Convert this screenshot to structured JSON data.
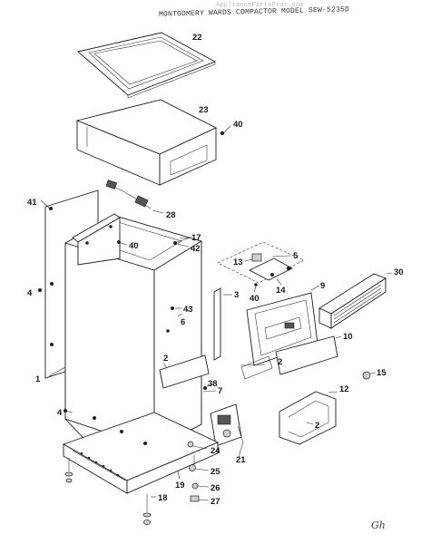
{
  "header": {
    "watermark": "AppliancePartsPros.com",
    "title": "MONTGOMERY WARDS COMPACTOR MODEL SEW-5235D"
  },
  "callouts": {
    "c22": "22",
    "c23": "23",
    "c40a": "40",
    "c28": "28",
    "c41": "41",
    "c17": "17",
    "c40b": "40",
    "c42": "42",
    "c5": "5",
    "c13": "13",
    "c14": "14",
    "c40c": "40",
    "c30": "30",
    "c9": "9",
    "c3": "3",
    "c43": "43",
    "c6": "6",
    "c4a": "4",
    "c1": "1",
    "c10": "10",
    "c2a": "2",
    "c15": "15",
    "c2b": "2",
    "c38": "38",
    "c7": "7",
    "c12": "12",
    "c2c": "2",
    "c4b": "4",
    "c24": "24",
    "c21": "21",
    "c25": "25",
    "c19": "19",
    "c26": "26",
    "c18": "18",
    "c27": "27"
  },
  "handwriting": "Gh"
}
